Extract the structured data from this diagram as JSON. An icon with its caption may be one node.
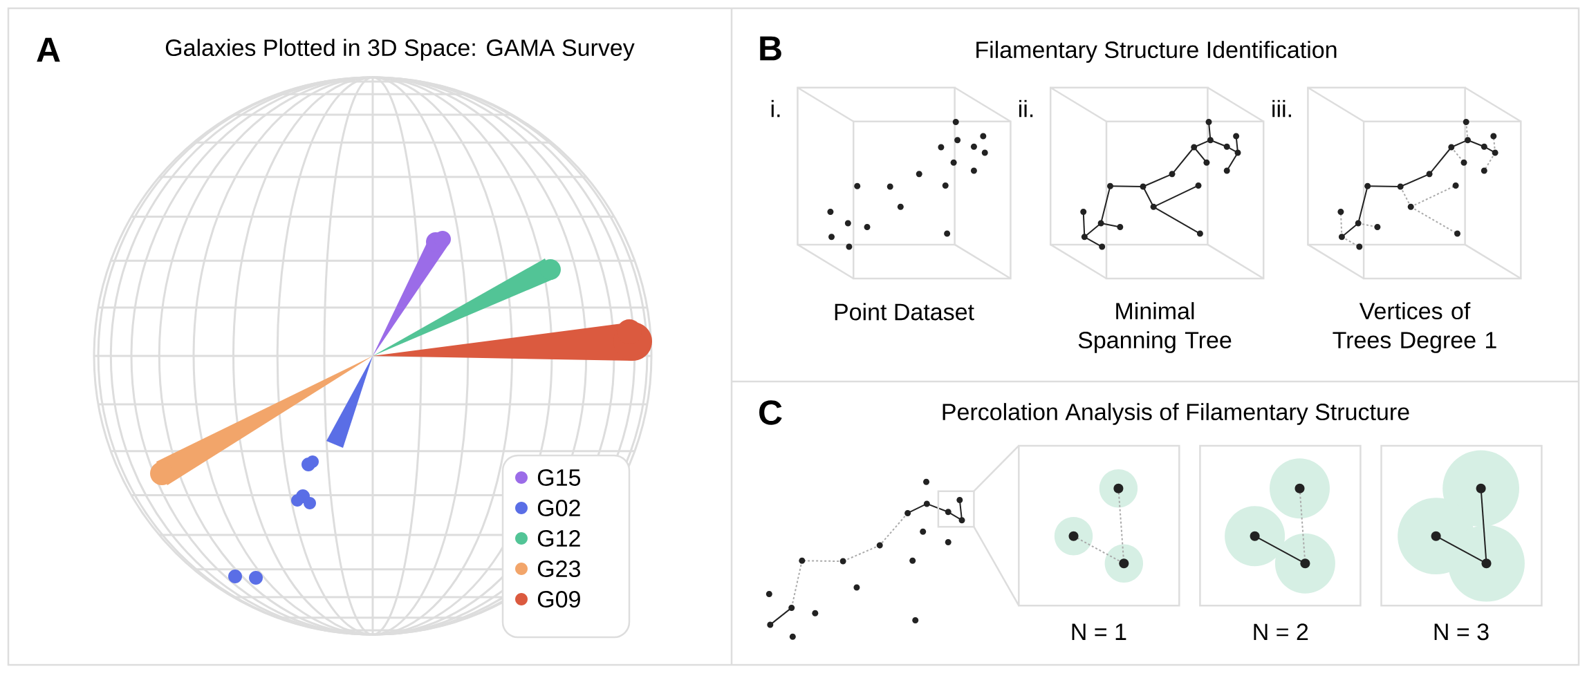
{
  "diagram": {
    "labels": [
      "A",
      "Galaxies Plotted in 3D Space: GAMA Survey",
      "B",
      "Filamentary Structure Identification",
      "i.",
      "ii.",
      "iii.",
      "Point Dataset",
      "Minimal Spanning Tree",
      "Vertices of Trees Degree 1",
      "C",
      "Percolation Analysis of Filamentary Structure",
      "N = 1",
      "N = 2",
      "N = 3"
    ],
    "legend": [
      {
        "text": "G15",
        "color": "#9b6ce8"
      },
      {
        "text": "G02",
        "color": "#5a6ee6"
      },
      {
        "text": "G12",
        "color": "#52c496"
      },
      {
        "text": "G23",
        "color": "#f2a56a"
      },
      {
        "text": "G09",
        "color": "#db5a3f"
      }
    ]
  }
}
